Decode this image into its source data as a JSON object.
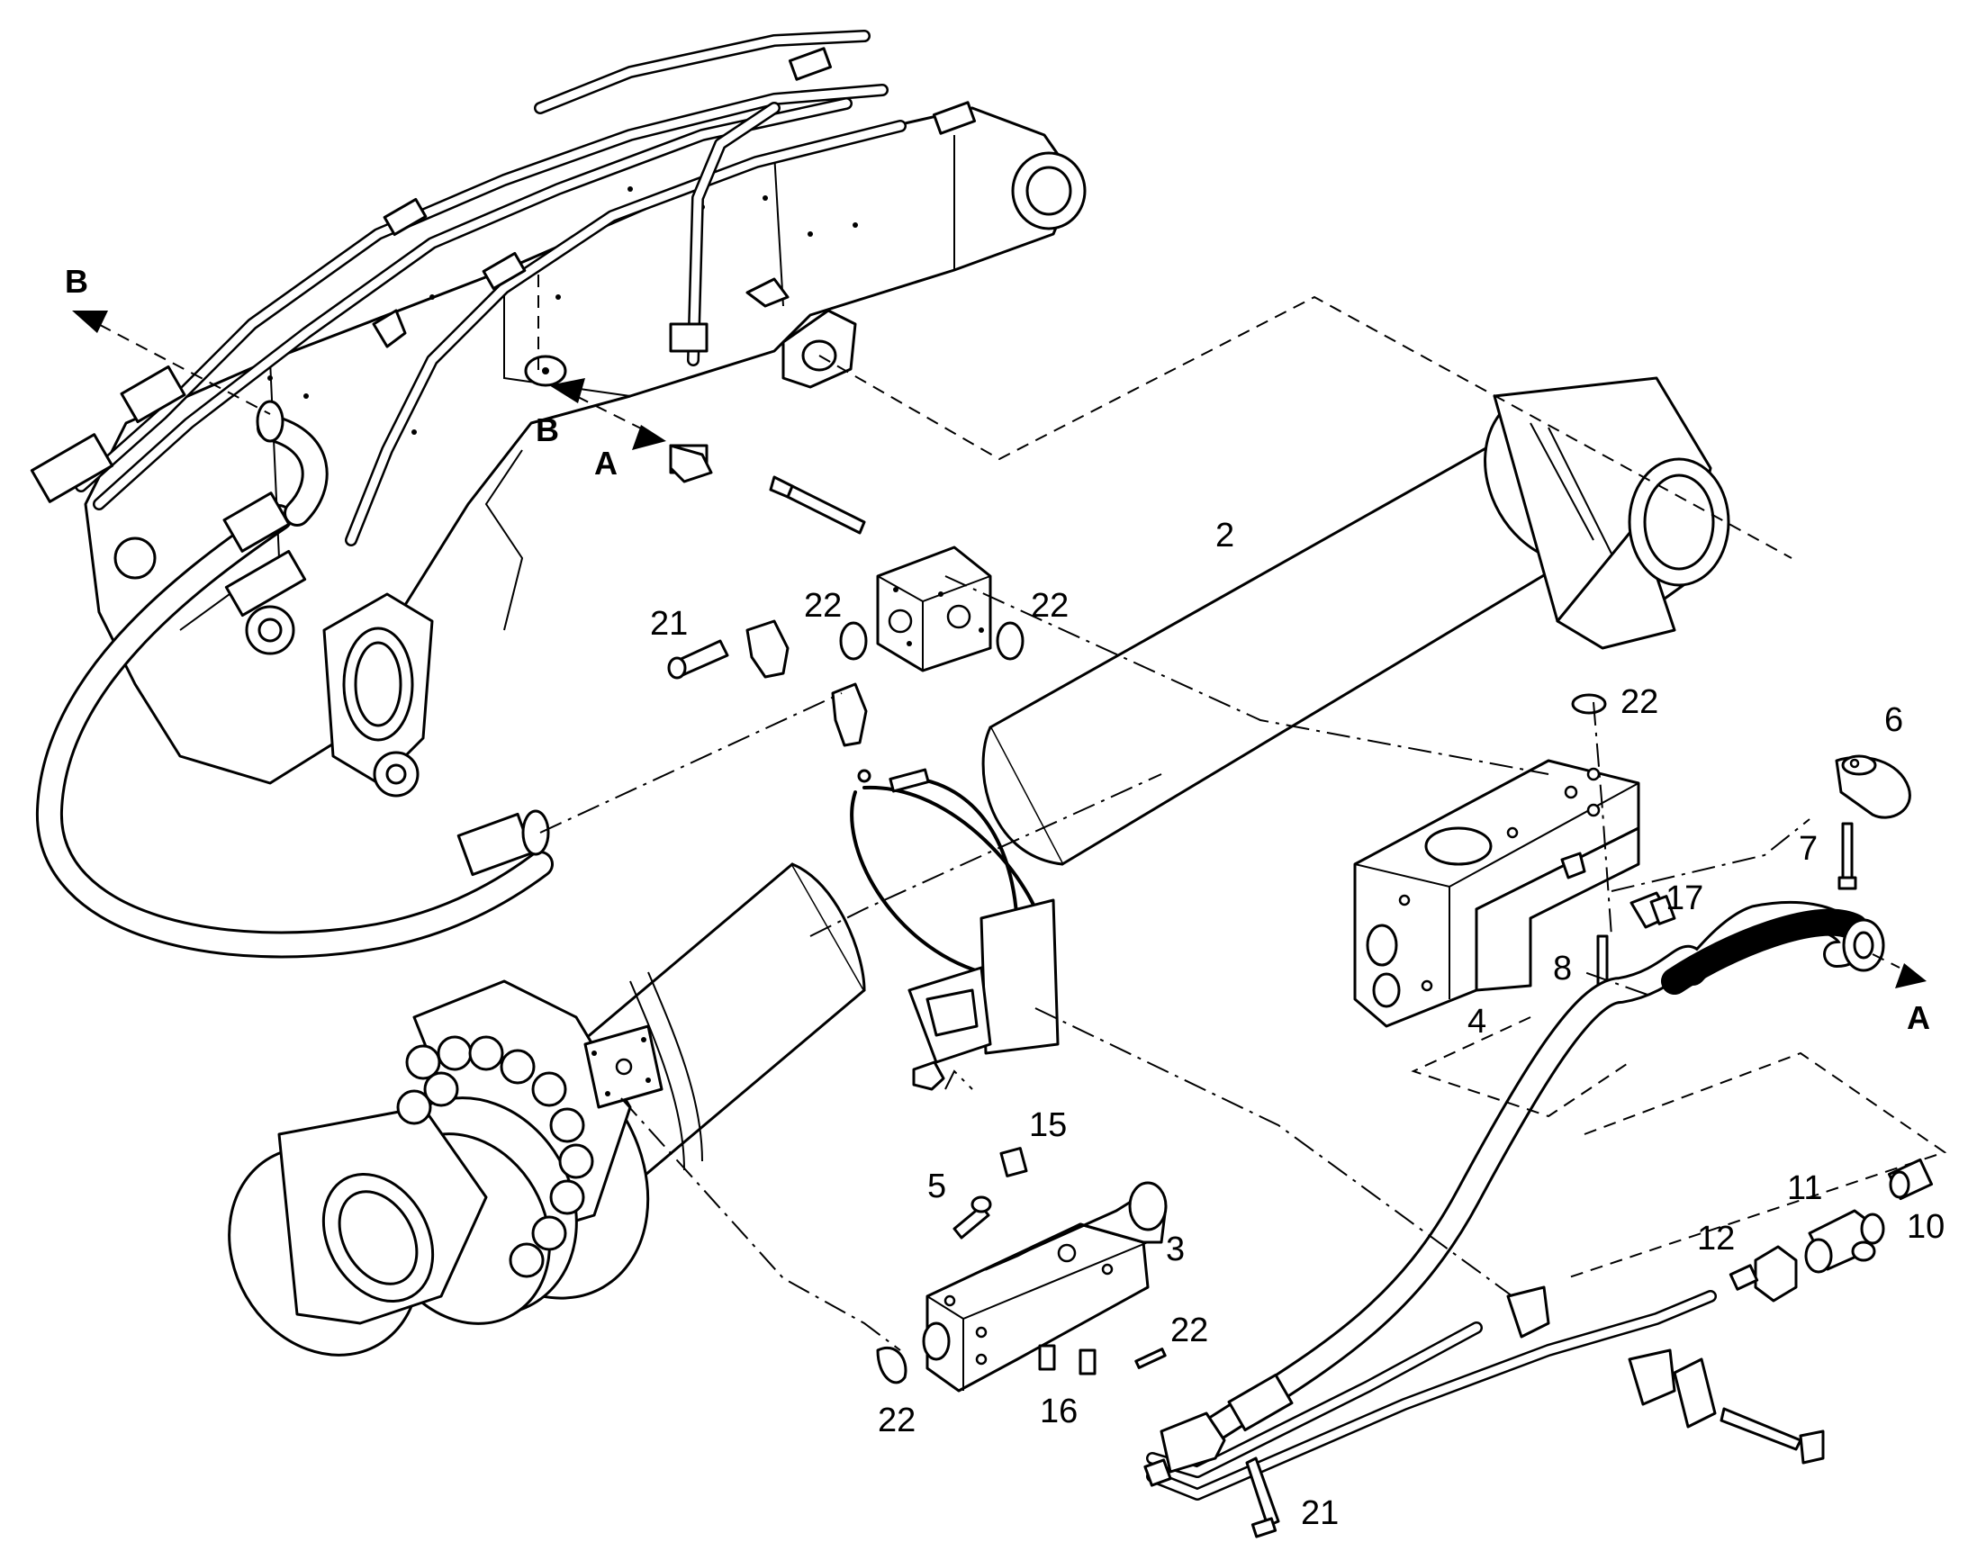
{
  "callouts": {
    "c2": "2",
    "c3": "3",
    "c4": "4",
    "c5": "5",
    "c6": "6",
    "c7": "7",
    "c8": "8",
    "c10": "10",
    "c11": "11",
    "c12": "12",
    "c15": "15",
    "c16": "16",
    "c17": "17",
    "c21a": "21",
    "c21b": "21",
    "c22a": "22",
    "c22b": "22",
    "c22c": "22",
    "c22d": "22",
    "c22e": "22"
  },
  "view_markers": {
    "b_left": "B",
    "b_mid": "B",
    "a_mid": "A",
    "a_right": "A"
  }
}
